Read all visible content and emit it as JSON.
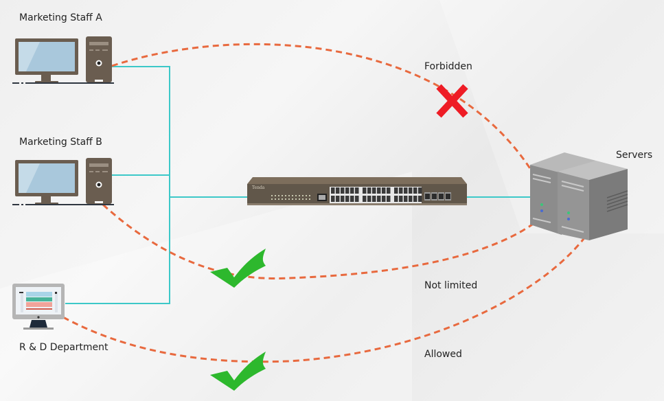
{
  "diagram": {
    "nodes": {
      "staff_a": {
        "label": "Marketing Staff A"
      },
      "staff_b": {
        "label": "Marketing Staff B"
      },
      "rd": {
        "label": "R & D Department"
      },
      "servers": {
        "label": "Servers"
      },
      "switch": {
        "brand": "Tenda"
      }
    },
    "annotations": {
      "forbidden": "Forbidden",
      "not_limited": "Not limited",
      "allowed": "Allowed"
    },
    "colors": {
      "link": "#3cc8c8",
      "path": "#e8693e",
      "forbidden": "#ee1c25",
      "ok": "#2db82d"
    }
  }
}
